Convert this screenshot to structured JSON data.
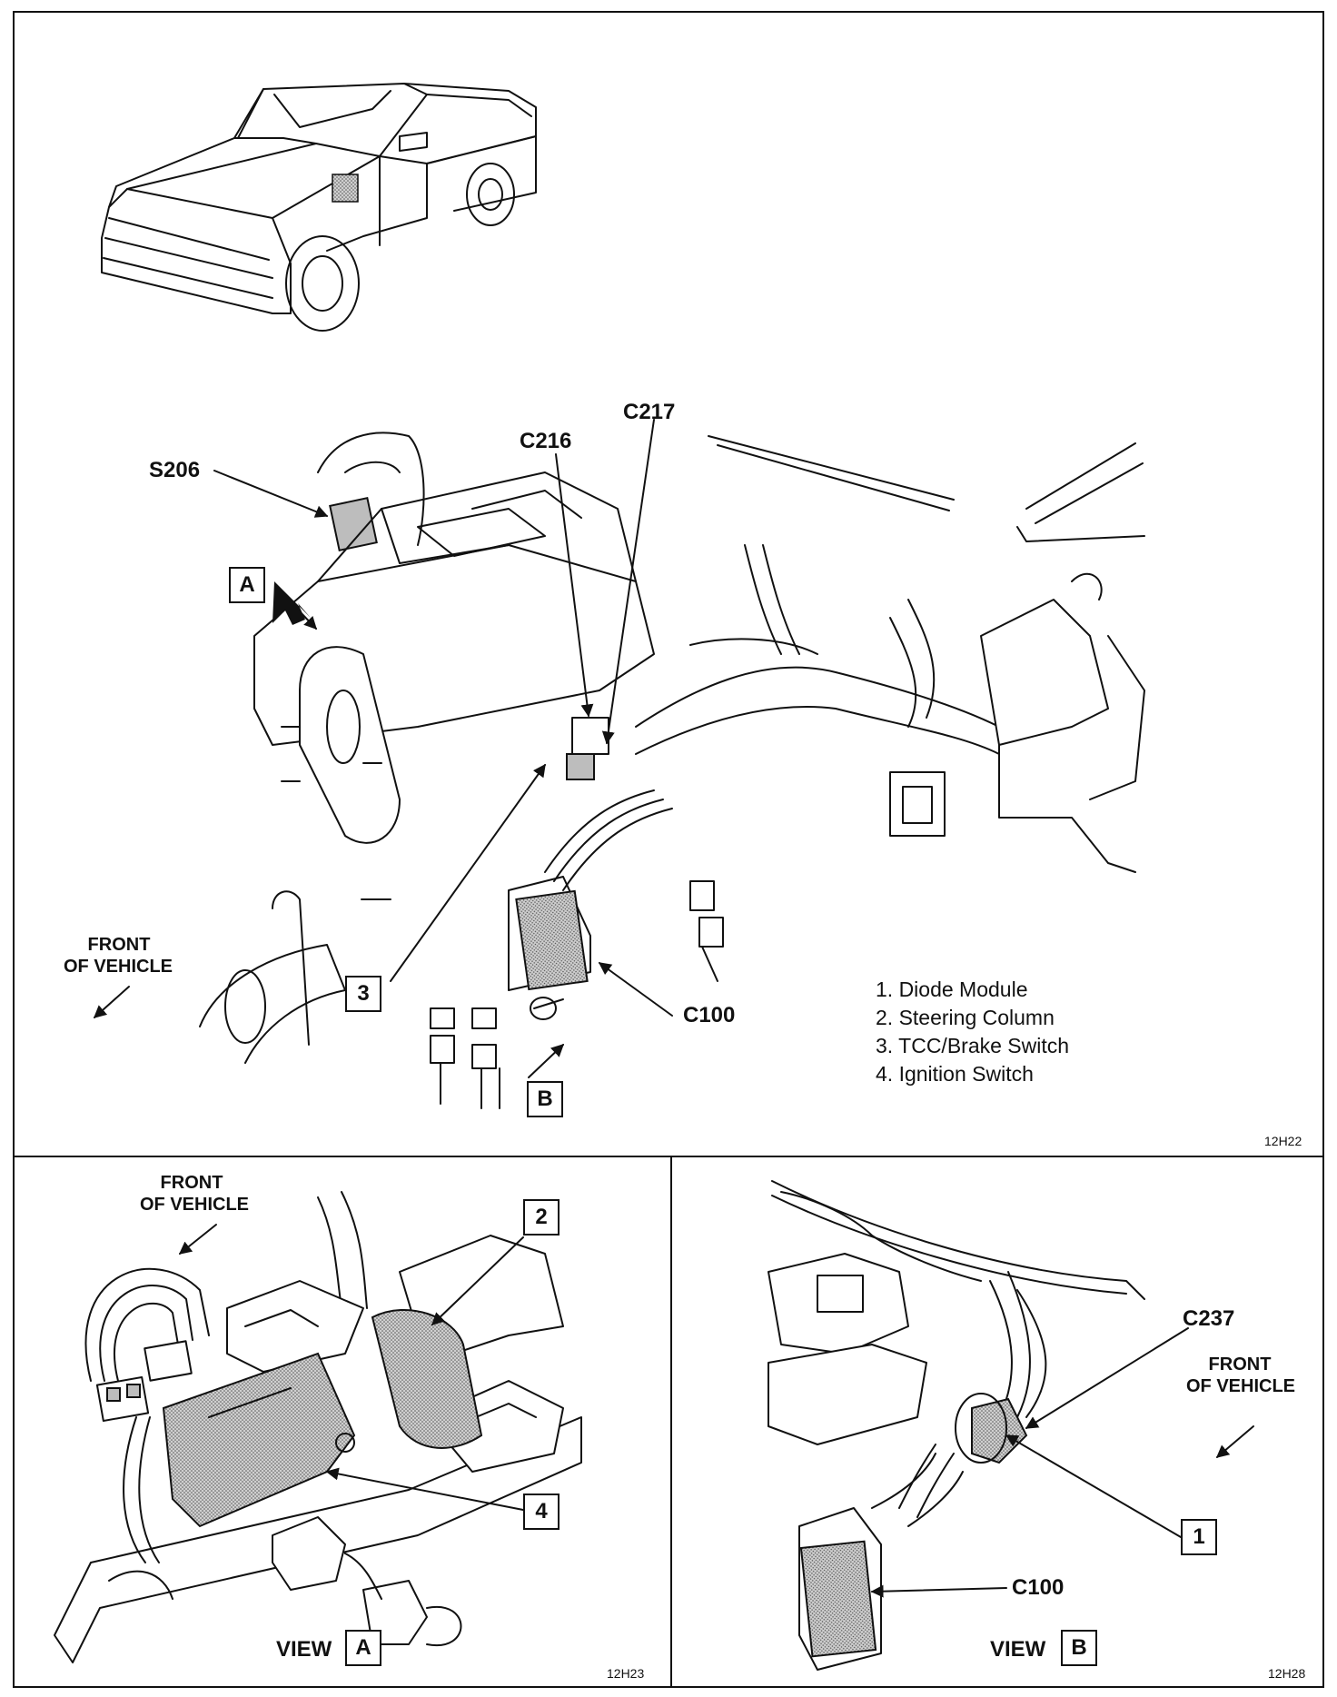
{
  "main_view": {
    "callouts": {
      "s206": "S206",
      "c216": "C216",
      "c217": "C217",
      "c100": "C100",
      "front_line1": "FRONT",
      "front_line2": "OF VEHICLE",
      "box_a": "A",
      "box_b": "B",
      "box_3": "3"
    },
    "legend": [
      "1.  Diode Module",
      "2.  Steering Column",
      "3.  TCC/Brake Switch",
      "4.  Ignition Switch"
    ],
    "figure_code": "12H22"
  },
  "view_a": {
    "title": "VIEW",
    "title_box": "A",
    "front_line1": "FRONT",
    "front_line2": "OF VEHICLE",
    "box_2": "2",
    "box_4": "4",
    "figure_code": "12H23"
  },
  "view_b": {
    "title": "VIEW",
    "title_box": "B",
    "c237": "C237",
    "front_line1": "FRONT",
    "front_line2": "OF VEHICLE",
    "box_1": "1",
    "c100": "C100",
    "figure_code": "12H28"
  }
}
